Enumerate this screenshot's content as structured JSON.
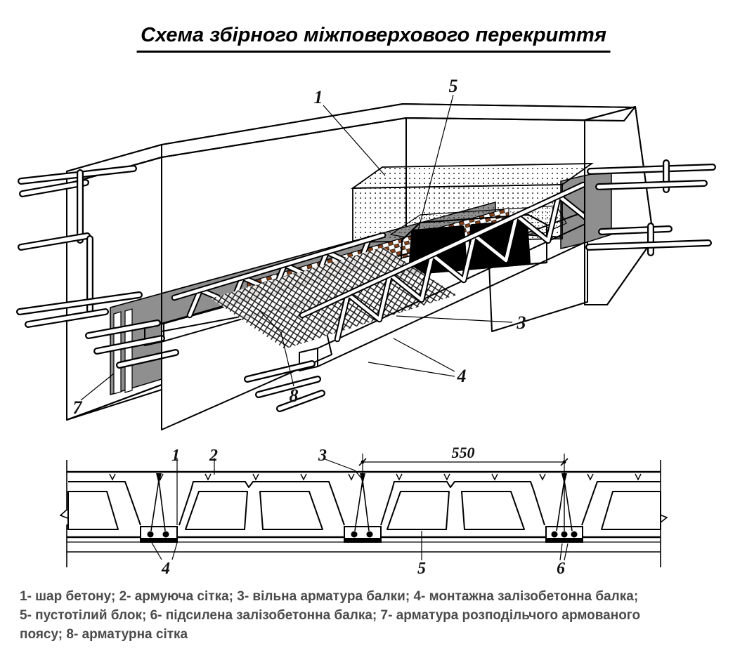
{
  "title": "Схема збірного міжповерхового перекриття",
  "isometric": {
    "callouts": [
      {
        "num": "1"
      },
      {
        "num": "5"
      },
      {
        "num": "3"
      },
      {
        "num": "4"
      },
      {
        "num": "7"
      },
      {
        "num": "8"
      }
    ]
  },
  "section": {
    "callouts_top": [
      {
        "num": "1"
      },
      {
        "num": "2"
      },
      {
        "num": "3"
      }
    ],
    "callouts_bottom": [
      {
        "num": "4"
      },
      {
        "num": "5"
      },
      {
        "num": "6"
      }
    ],
    "dimension": "550"
  },
  "legend": {
    "lines": [
      "1- шар бетону; 2- армуюча сітка; 3- вільна арматура балки; 4- монтажна залізобетонна балка;",
      "5- пустотілий блок; 6- підсилена залізобетонна балка; 7- арматура розподільчого армованого",
      "поясу; 8- арматурна сітка"
    ],
    "items": [
      {
        "num": "1",
        "label": "шар бетону"
      },
      {
        "num": "2",
        "label": "армуюча сітка"
      },
      {
        "num": "3",
        "label": "вільна арматура балки"
      },
      {
        "num": "4",
        "label": "монтажна залізобетонна балка"
      },
      {
        "num": "5",
        "label": "пустотілий блок"
      },
      {
        "num": "6",
        "label": "підсилена залізобетонна балка"
      },
      {
        "num": "7",
        "label": "арматура розподільчого армованого поясу"
      },
      {
        "num": "8",
        "label": "арматурна сітка"
      }
    ]
  },
  "colors": {
    "beam_brown": "#8a4217",
    "beam_brown_dark": "#6e3410",
    "belt_gray": "#8f8f8f",
    "hole_black": "#000000",
    "line_black": "#000000",
    "legend_text": "#4b4b4b"
  }
}
